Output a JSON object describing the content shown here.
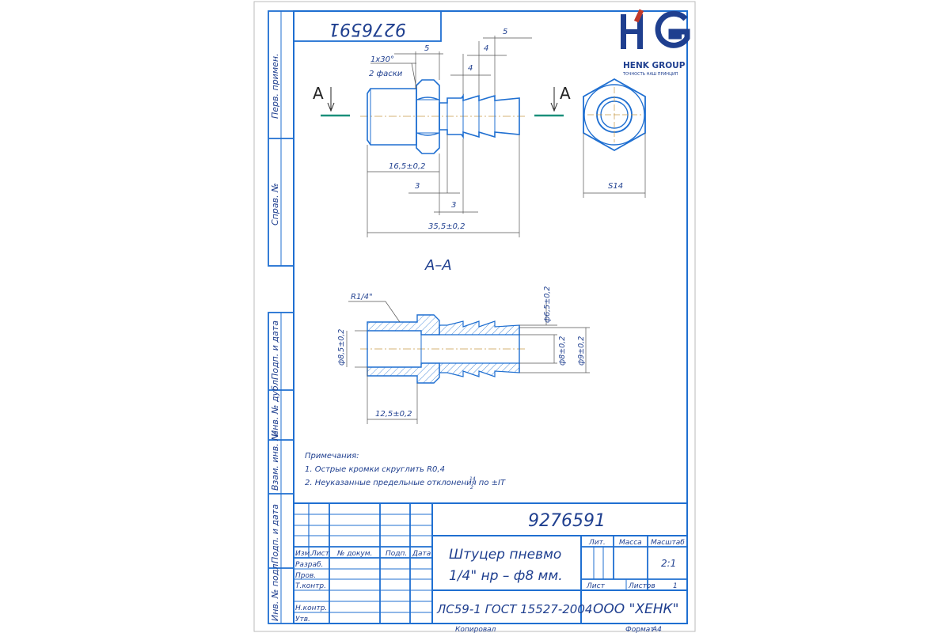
{
  "drawing": {
    "number": "9276591",
    "number_rotated": "9276591",
    "side_labels": {
      "perv_primen": "Перв. примен.",
      "sprav_no": "Справ. №",
      "podp_i_data_1": "Подп. и дата",
      "inv_no_dubl": "Инв. № дубл.",
      "vzam_inv_no": "Взам. инв. №",
      "podp_i_data_2": "Подп. и дата",
      "inv_no_podl": "Инв. № подл."
    },
    "logo": {
      "mark": "HG",
      "name": "HENK GROUP",
      "tagline": "ТОЧНОСТЬ НАШ ПРИНЦИП"
    },
    "section_arrow_left": "A",
    "section_arrow_right": "A",
    "section_title": "A–A",
    "dims_top": {
      "chamfer": "1x30°",
      "chamfer_note": "2 фаски",
      "d5_a": "5",
      "d5_b": "5",
      "d4_a": "4",
      "d4_b": "4",
      "d16": "16,5±0,2",
      "d3_a": "3",
      "d3_b": "3",
      "d35": "35,5±0,2",
      "s14": "S14"
    },
    "dims_section": {
      "thread": "R1/4\"",
      "d85": "ф8,5±0,2",
      "d65": "ф6,5±0,2",
      "d8": "ф8±0,2",
      "d9": "ф9±0,2",
      "d125": "12,5±0,2"
    },
    "notes": {
      "title": "Примечания:",
      "n1": "1. Острые кромки скруглить R0,4",
      "n2": "2. Неуказанные предельные отклонения по ±IT",
      "n2_sup": "14",
      "n2_sub": "2"
    },
    "title_block": {
      "doc_number": "9276591",
      "h_izm": "Изм.",
      "h_list": "Лист",
      "h_dokum": "№ докум.",
      "h_podp": "Подп.",
      "h_data": "Дата",
      "razrab": "Разраб.",
      "prov": "Пров.",
      "tkontr": "Т.контр.",
      "nkontr": "Н.контр.",
      "utv": "Утв.",
      "name_line1": "Штуцер пневмо",
      "name_line2": "1/4\" нр – ф8 мм.",
      "lit": "Лит.",
      "massa": "Масса",
      "masshtab": "Масштаб",
      "scale": "2:1",
      "list_label": "Лист",
      "listov_label": "Листов",
      "listov": "1",
      "material": "ЛС59-1 ГОСТ 15527-2004",
      "company": "ООО \"ХЕНК\"",
      "kopiroval": "Копировал",
      "format_label": "Формат",
      "format": "А4"
    }
  }
}
